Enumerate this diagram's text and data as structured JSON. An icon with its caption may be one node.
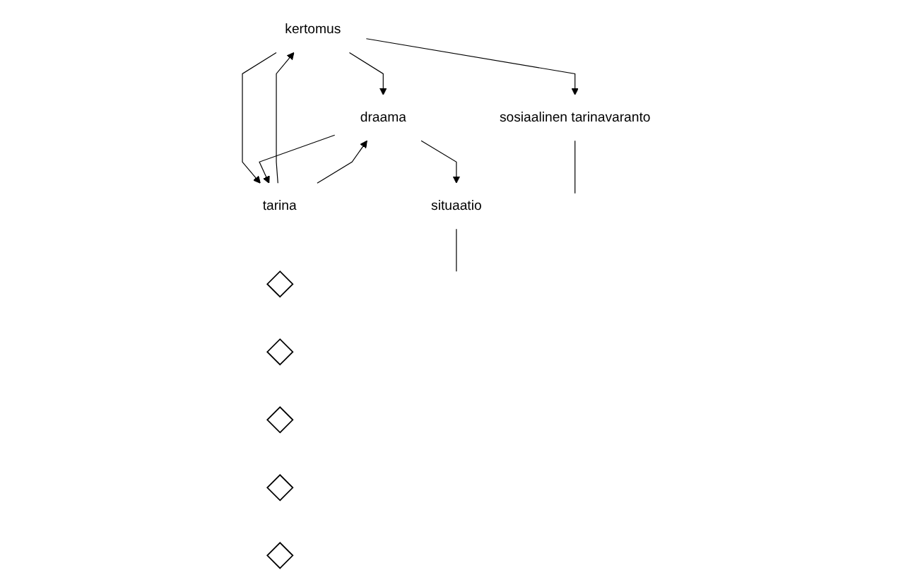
{
  "diagram": {
    "nodes": [
      {
        "text": [
          "kertomus"
        ]
      },
      {
        "text": [
          "draama"
        ]
      },
      {
        "text": [
          "tarina"
        ]
      },
      {
        "text": [
          "sosiaalinen tarinavaranto"
        ]
      },
      {
        "text": [
          "situaatio"
        ]
      },
      {
        "text": [],
        "shape": "diamond"
      },
      {
        "text": [],
        "shape": "diamond"
      },
      {
        "text": [],
        "shape": "diamond"
      },
      {
        "text": [],
        "shape": "diamond"
      },
      {
        "text": [],
        "shape": "diamond"
      }
    ],
    "edges": [
      {
        "from": 0,
        "to": 1,
        "arrow": "to"
      },
      {
        "from": 2,
        "to": 0,
        "arrow": "to"
      },
      {
        "from": 0,
        "to": 2,
        "arrow": "to"
      },
      {
        "from": 2,
        "to": 1,
        "arrow": "to"
      },
      {
        "from": 1,
        "to": 2,
        "arrow": "to"
      },
      {
        "from": 0,
        "to": 3,
        "arrow": "to"
      },
      {
        "from": 1,
        "to": 4,
        "arrow": "to"
      },
      {
        "from": 3,
        "to": null,
        "arrow": "none"
      },
      {
        "from": 4,
        "to": null,
        "arrow": "none"
      }
    ]
  }
}
